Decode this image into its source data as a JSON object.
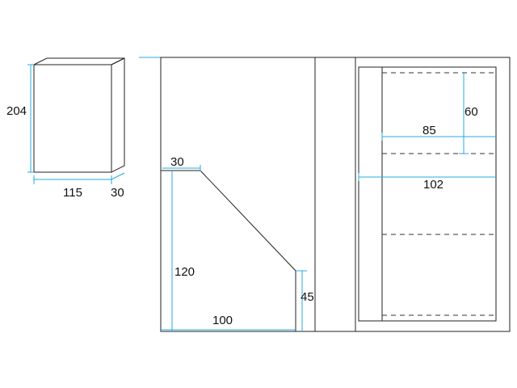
{
  "colors": {
    "outline": "#222222",
    "dimension": "#29a9e0",
    "dashed_fold": "#333333",
    "background": "#ffffff"
  },
  "box_view": {
    "height_label": "204",
    "width_label": "115",
    "depth_label": "30"
  },
  "side_panel": {
    "top_label": "30",
    "height_label": "120",
    "bottom_label": "100",
    "front_label": "45"
  },
  "front_panel": {
    "top_spacing_label": "60",
    "inner_width_label": "85",
    "outer_width_label": "102",
    "fold_line_count": 4
  }
}
